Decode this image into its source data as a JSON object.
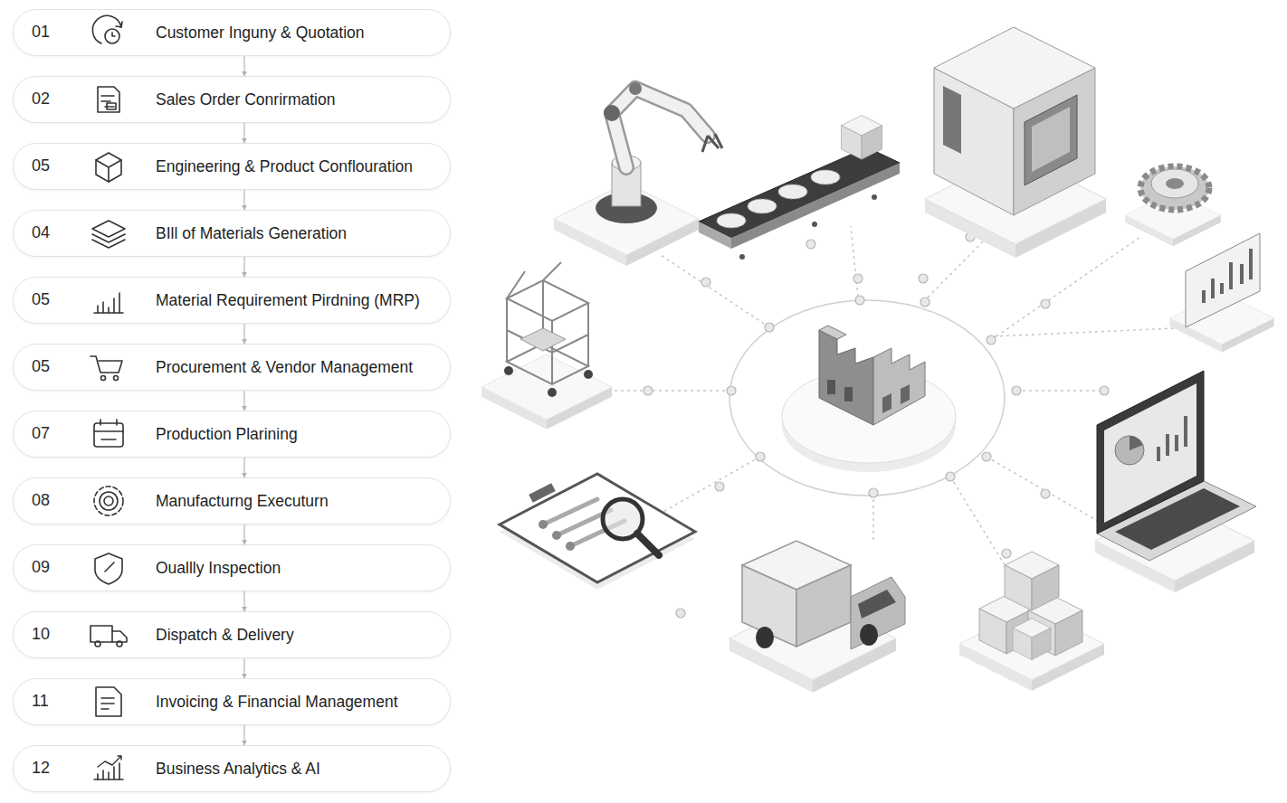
{
  "diagram": {
    "nodes": [
      {
        "text": [
          "01",
          "Customer Inguny & Quotation"
        ]
      },
      {
        "text": [
          "02",
          "Sales Order Conrirmation"
        ]
      },
      {
        "text": [
          "05",
          "Engineering & Product Conflouration"
        ]
      },
      {
        "text": [
          "04",
          "BIll of Materials Generation"
        ]
      },
      {
        "text": [
          "05",
          "Material Requirement Pirdning (MRP)"
        ]
      },
      {
        "text": [
          "05",
          "Procurement & Vendor Management"
        ]
      },
      {
        "text": [
          "07",
          "Production Plarining"
        ]
      },
      {
        "text": [
          "08",
          "Manufacturng Executurn"
        ]
      },
      {
        "text": [
          "09",
          "Ouallly Inspection"
        ]
      },
      {
        "text": [
          "10",
          "Dispatch & Delivery"
        ]
      },
      {
        "text": [
          "11",
          "Invoicing & Financial Management"
        ]
      },
      {
        "text": [
          "12",
          "Business Analytics & AI"
        ]
      }
    ],
    "edges": [
      {
        "from": 0,
        "to": 1,
        "arrow": "to"
      },
      {
        "from": 1,
        "to": 2,
        "arrow": "to"
      },
      {
        "from": 2,
        "to": 3,
        "arrow": "to"
      },
      {
        "from": 3,
        "to": 4,
        "arrow": "to"
      },
      {
        "from": 4,
        "to": 5,
        "arrow": "to"
      },
      {
        "from": 5,
        "to": 6,
        "arrow": "to"
      },
      {
        "from": 6,
        "to": 7,
        "arrow": "to"
      },
      {
        "from": 7,
        "to": 8,
        "arrow": "to"
      },
      {
        "from": 8,
        "to": 9,
        "arrow": "to"
      },
      {
        "from": 9,
        "to": 10,
        "arrow": "to"
      },
      {
        "from": 10,
        "to": 11,
        "arrow": "to"
      }
    ]
  }
}
